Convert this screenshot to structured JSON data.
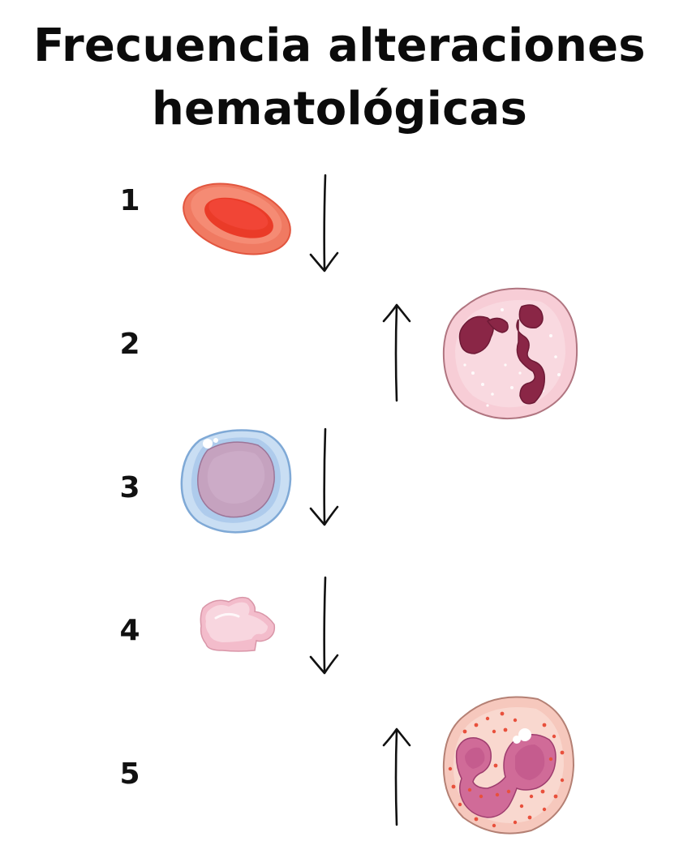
{
  "title": {
    "line1": "Frecuencia alteraciones",
    "line2": "hematológicas"
  },
  "rows": [
    {
      "number": "1",
      "cell": "red-blood-cell",
      "trend": "down",
      "color": "#f0644c"
    },
    {
      "number": "2",
      "cell": "neutrophil",
      "trend": "up",
      "color": "#f6c9d2"
    },
    {
      "number": "3",
      "cell": "lymphocyte",
      "trend": "down",
      "color": "#b7d6f2"
    },
    {
      "number": "4",
      "cell": "platelet",
      "trend": "down",
      "color": "#f7cfd8"
    },
    {
      "number": "5",
      "cell": "eosinophil",
      "trend": "up",
      "color": "#f8d4c8"
    }
  ]
}
